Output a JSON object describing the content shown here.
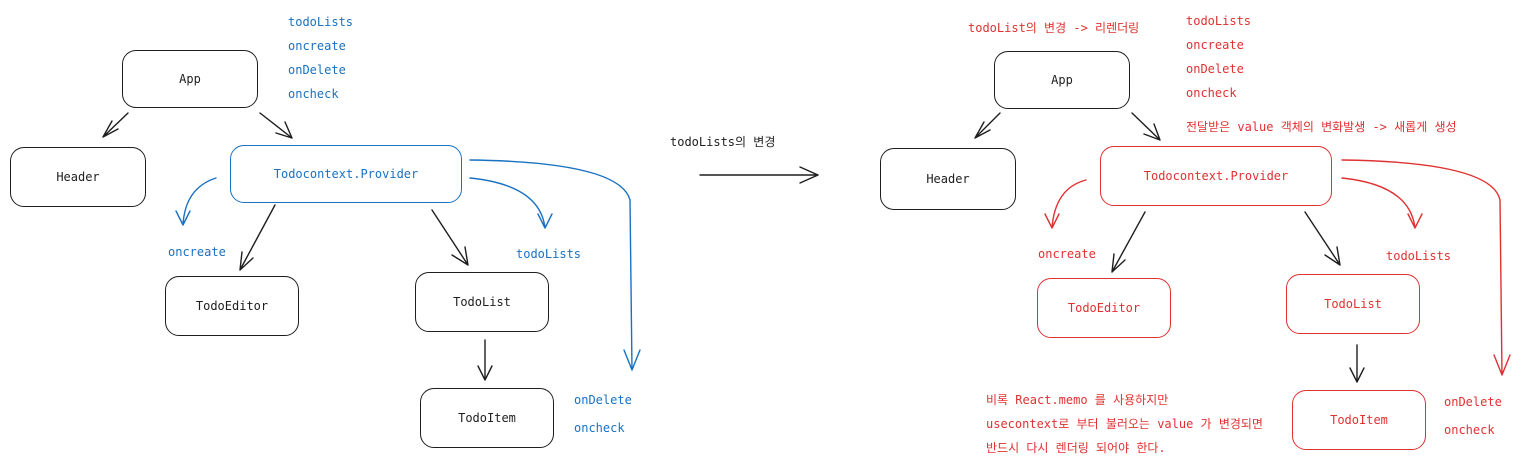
{
  "left": {
    "nodes": {
      "app": "App",
      "header": "Header",
      "provider": "Todocontext.Provider",
      "editor": "TodoEditor",
      "list": "TodoList",
      "item": "TodoItem"
    },
    "value_labels": [
      "todoLists",
      "oncreate",
      "onDelete",
      "oncheck"
    ],
    "oncreate": "oncreate",
    "todolists": "todoLists",
    "item_labels": [
      "onDelete",
      "oncheck"
    ]
  },
  "transition": "todoLists의 변경",
  "right": {
    "nodes": {
      "app": "App",
      "header": "Header",
      "provider": "Todocontext.Provider",
      "editor": "TodoEditor",
      "list": "TodoList",
      "item": "TodoItem"
    },
    "rerender_note": "todoList의 변경 -> 리렌더링",
    "value_labels": [
      "todoLists",
      "oncreate",
      "onDelete",
      "oncheck"
    ],
    "value_note": "전달받은 value 객체의 변화발생 -> 새롭게 생성",
    "oncreate": "oncreate",
    "todolists": "todoLists",
    "item_labels": [
      "onDelete",
      "oncheck"
    ],
    "memo_note": [
      "비록 React.memo 를 사용하지만",
      "usecontext로 부터 불러오는 value 가 변경되면",
      "반드시 다시 렌더링 되어야 한다."
    ]
  },
  "colors": {
    "stroke": "#1e1e1e",
    "blue": "#1971c2",
    "red": "#e03131"
  }
}
